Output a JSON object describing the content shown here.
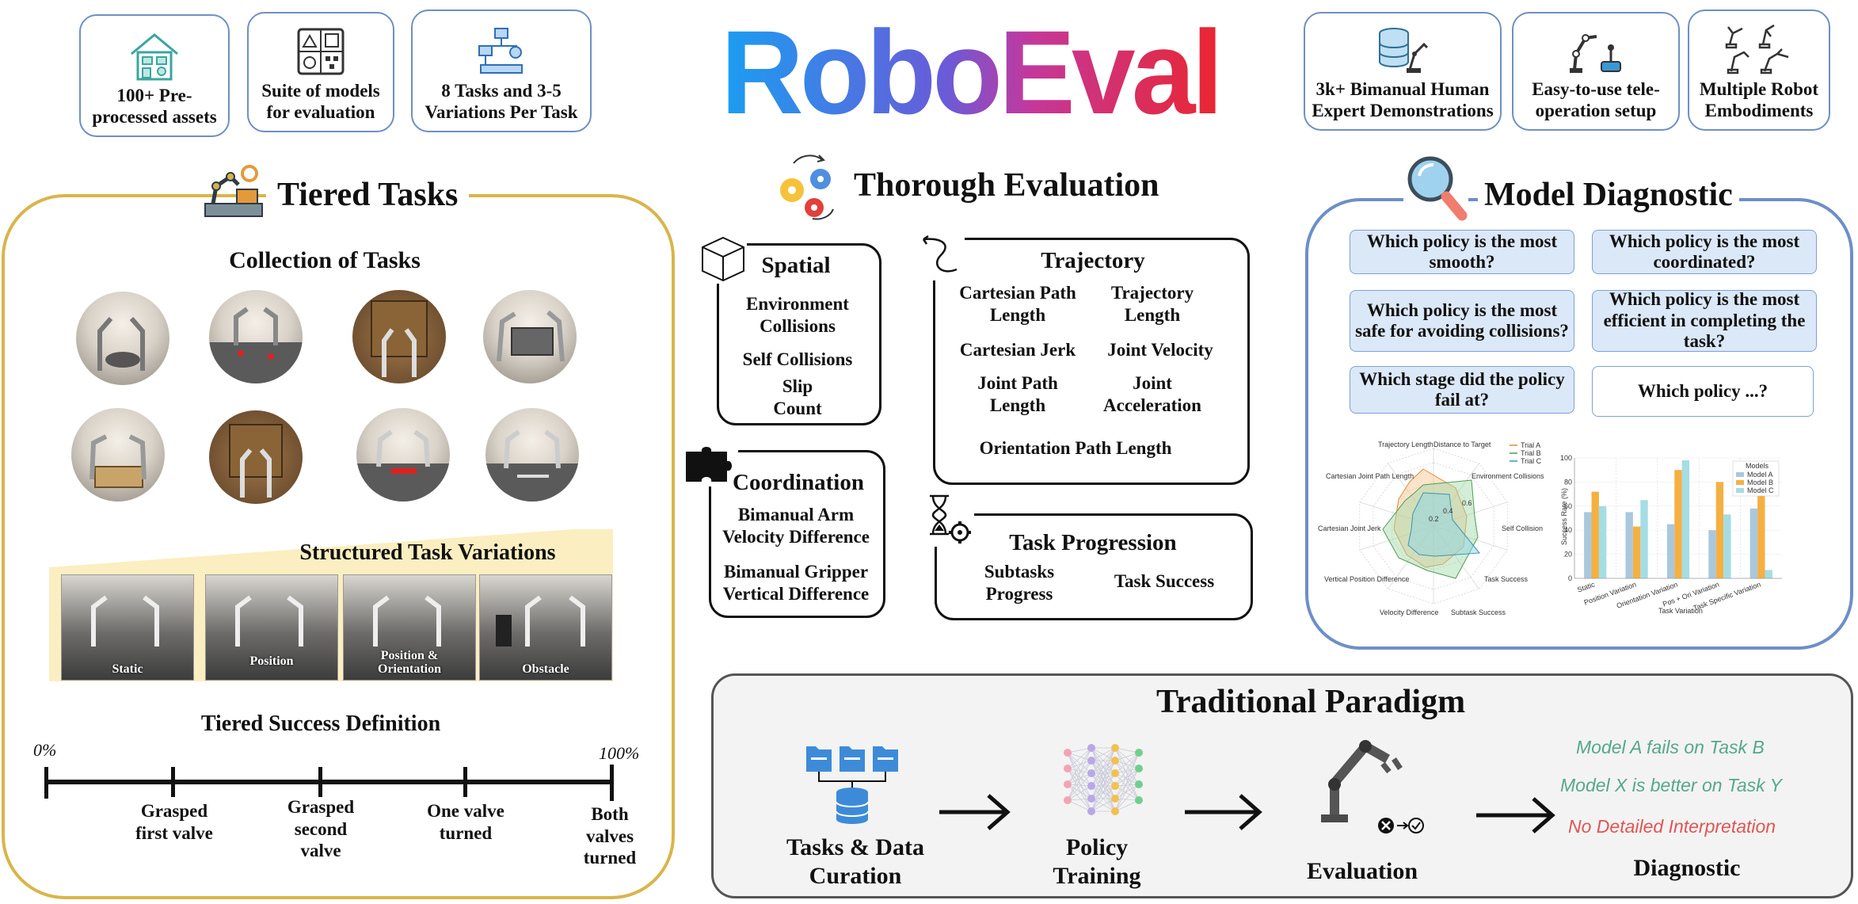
{
  "title": {
    "part1": "Robo",
    "part2": "Eval"
  },
  "top_features_left": [
    {
      "label": "100+ Pre-processed assets",
      "icon": "house-assets-icon"
    },
    {
      "label": "Suite of models for evaluation",
      "icon": "model-suite-icon"
    },
    {
      "label": "8 Tasks and 3-5 Variations Per Task",
      "icon": "task-flow-icon"
    }
  ],
  "top_features_right": [
    {
      "label": "3k+ Bimanual Human Expert Demonstrations",
      "icon": "database-robot-icon"
    },
    {
      "label": "Easy-to-use tele-operation setup",
      "icon": "teleop-joystick-icon"
    },
    {
      "label": "Multiple Robot Embodiments",
      "icon": "multi-robot-icon"
    }
  ],
  "tiered_tasks": {
    "heading": "Tiered Tasks",
    "collection_title": "Collection of Tasks",
    "variations_title": "Structured Task Variations",
    "variations": [
      "Static",
      "Position",
      "Position & Orientation",
      "Obstacle"
    ],
    "success_title": "Tiered Success Definition",
    "start_pct": "0%",
    "end_pct": "100%",
    "milestones": [
      "Grasped first valve",
      "Grasped second valve",
      "One valve turned",
      "Both valves turned"
    ]
  },
  "evaluation": {
    "heading": "Thorough Evaluation",
    "spatial": {
      "title": "Spatial",
      "items": [
        "Environment Collisions",
        "Self Collisions",
        "Slip Count"
      ]
    },
    "trajectory": {
      "title": "Trajectory",
      "items": [
        "Cartesian Path Length",
        "Trajectory Length",
        "Cartesian Jerk",
        "Joint Velocity",
        "Joint Path Length",
        "Joint Acceleration",
        "Orientation Path Length"
      ]
    },
    "coordination": {
      "title": "Coordination",
      "items": [
        "Bimanual Arm Velocity Difference",
        "Bimanual Gripper Vertical Difference"
      ]
    },
    "progression": {
      "title": "Task Progression",
      "items": [
        "Subtasks Progress",
        "Task Success"
      ]
    }
  },
  "diagnostic": {
    "heading": "Model Diagnostic",
    "questions": [
      "Which policy is the most smooth?",
      "Which policy is the most coordinated?",
      "Which policy is the most safe for avoiding collisions?",
      "Which policy is the most efficient in completing the task?",
      "Which stage did the policy fail at?",
      "Which policy ...?"
    ],
    "radar": {
      "axes": [
        "Trajectory Length",
        "Distance to Target",
        "Environment Collisions",
        "Self Collision",
        "Task Success",
        "Velocity Difference",
        "Subtask Success",
        "Vertical Position Difference",
        "Cartesian Joint Jerk",
        "Cartesian Joint Path Length"
      ],
      "legend": [
        "Trial A",
        "Trial B",
        "Trial C"
      ],
      "ticks": [
        "0.2",
        "0.4",
        "0.6"
      ]
    },
    "bars": {
      "legend_title": "Models",
      "legend": [
        "Model A",
        "Model B",
        "Model C"
      ],
      "ylabel": "Success Rate (%)",
      "xlabel": "Task Variation",
      "categories": [
        "Static",
        "Position Variation",
        "Orientation Variation",
        "Pos + Ori Variation",
        "Task Specific Variation"
      ]
    }
  },
  "chart_data": {
    "type": "bar",
    "categories": [
      "Static",
      "Position Variation",
      "Orientation Variation",
      "Pos + Ori Variation",
      "Task Specific Variation"
    ],
    "series": [
      {
        "name": "Model A",
        "values": [
          55,
          55,
          45,
          40,
          58
        ]
      },
      {
        "name": "Model B",
        "values": [
          72,
          43,
          90,
          80,
          70
        ]
      },
      {
        "name": "Model C",
        "values": [
          60,
          65,
          98,
          53,
          7
        ]
      }
    ],
    "ylabel": "Success Rate (%)",
    "xlabel": "Task Variation",
    "ylim": [
      0,
      100
    ],
    "yticks": [
      0,
      20,
      40,
      60,
      80,
      100
    ],
    "colors": [
      "#a9c8de",
      "#f5b042",
      "#a5dde4"
    ]
  },
  "traditional": {
    "heading": "Traditional Paradigm",
    "steps": [
      "Tasks & Data Curation",
      "Policy Training",
      "Evaluation",
      "Diagnostic"
    ],
    "diagnostic_lines": [
      "Model A fails on Task B",
      "Model X is better on Task Y"
    ],
    "warning": "No Detailed Interpretation"
  },
  "colors": {
    "card_border": "#6f8fc4",
    "gold": "#d9b54a",
    "blue_panel": "#6d8fc7",
    "question_fill": "#dbe8f8",
    "title_gradient": [
      "#1d9bf0",
      "#6a5bd8",
      "#c8379a",
      "#e8272f"
    ]
  }
}
